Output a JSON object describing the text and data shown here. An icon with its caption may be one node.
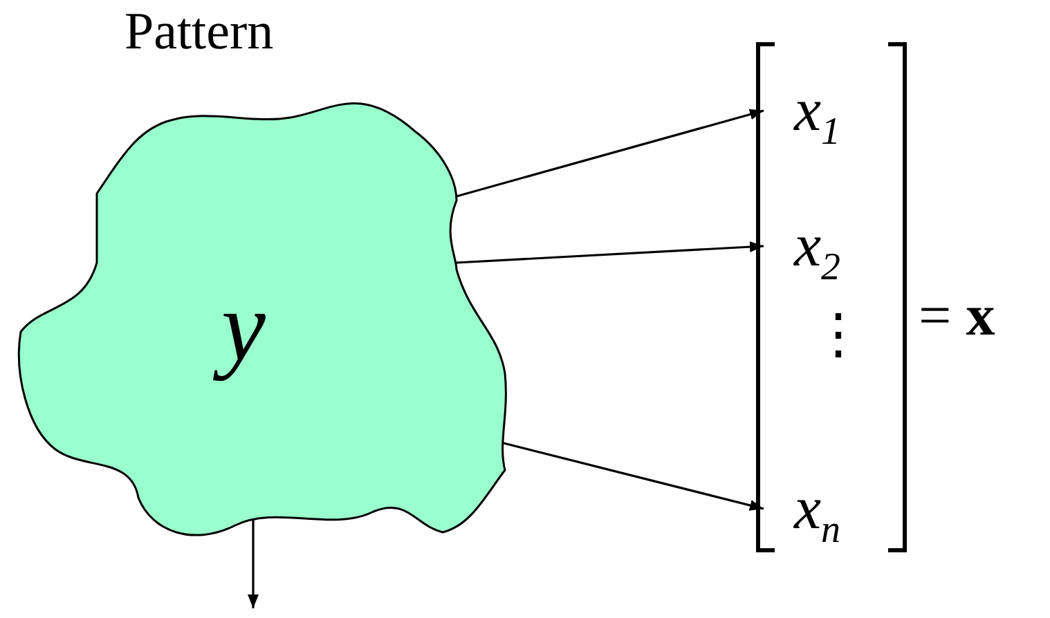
{
  "diagram": {
    "nodes": [
      {
        "text": [
          "Pattern",
          "y"
        ]
      },
      {
        "text": [
          "x$_{1}$"
        ]
      },
      {
        "text": [
          "x$_{2}$"
        ]
      },
      {
        "text": [
          "x$_{n}$"
        ]
      }
    ],
    "edges": [
      {
        "from": 0,
        "to": 1,
        "arrow": "to"
      },
      {
        "from": 0,
        "to": 2,
        "arrow": "to"
      },
      {
        "from": 0,
        "to": 3,
        "arrow": "to"
      },
      {
        "from": 0,
        "to": null,
        "arrow": "to"
      }
    ],
    "labels": [
      "⋮",
      "= **x**"
    ]
  }
}
